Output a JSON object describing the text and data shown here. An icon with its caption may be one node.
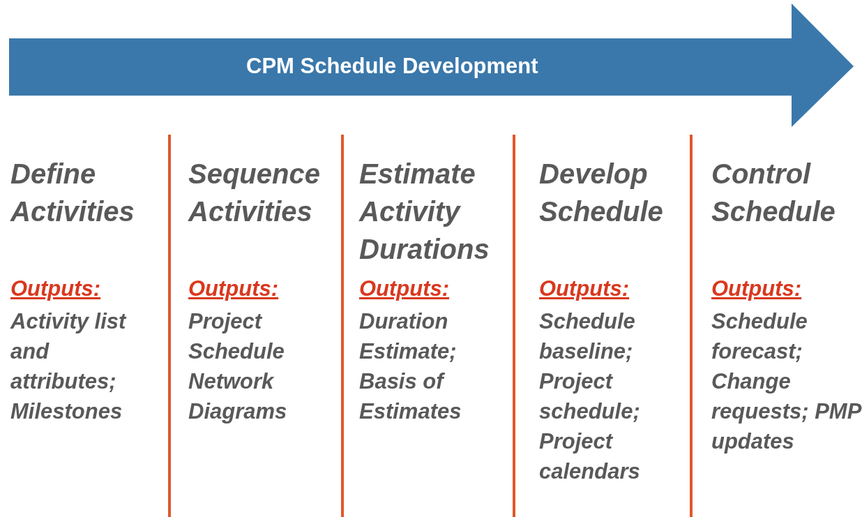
{
  "diagram": {
    "nodes": [
      {
        "text": [
          "CPM Schedule Development"
        ]
      },
      {
        "text": [
          "Define Activities",
          "Outputs:",
          "Activity list and attributes; Milestones"
        ]
      },
      {
        "text": [
          "Sequence Activities",
          "Outputs:",
          "Project Schedule Network Diagrams"
        ]
      },
      {
        "text": [
          "Estimate Activity Durations",
          "Outputs:",
          "Duration Estimate; Basis of Estimates"
        ]
      },
      {
        "text": [
          "Develop Schedule",
          "Outputs:",
          "Schedule baseline; Project schedule; Project calendars"
        ]
      },
      {
        "text": [
          "Control Schedule",
          "Outputs:",
          "Schedule forecast; Change requests; PMP updates"
        ]
      }
    ],
    "edges": []
  }
}
